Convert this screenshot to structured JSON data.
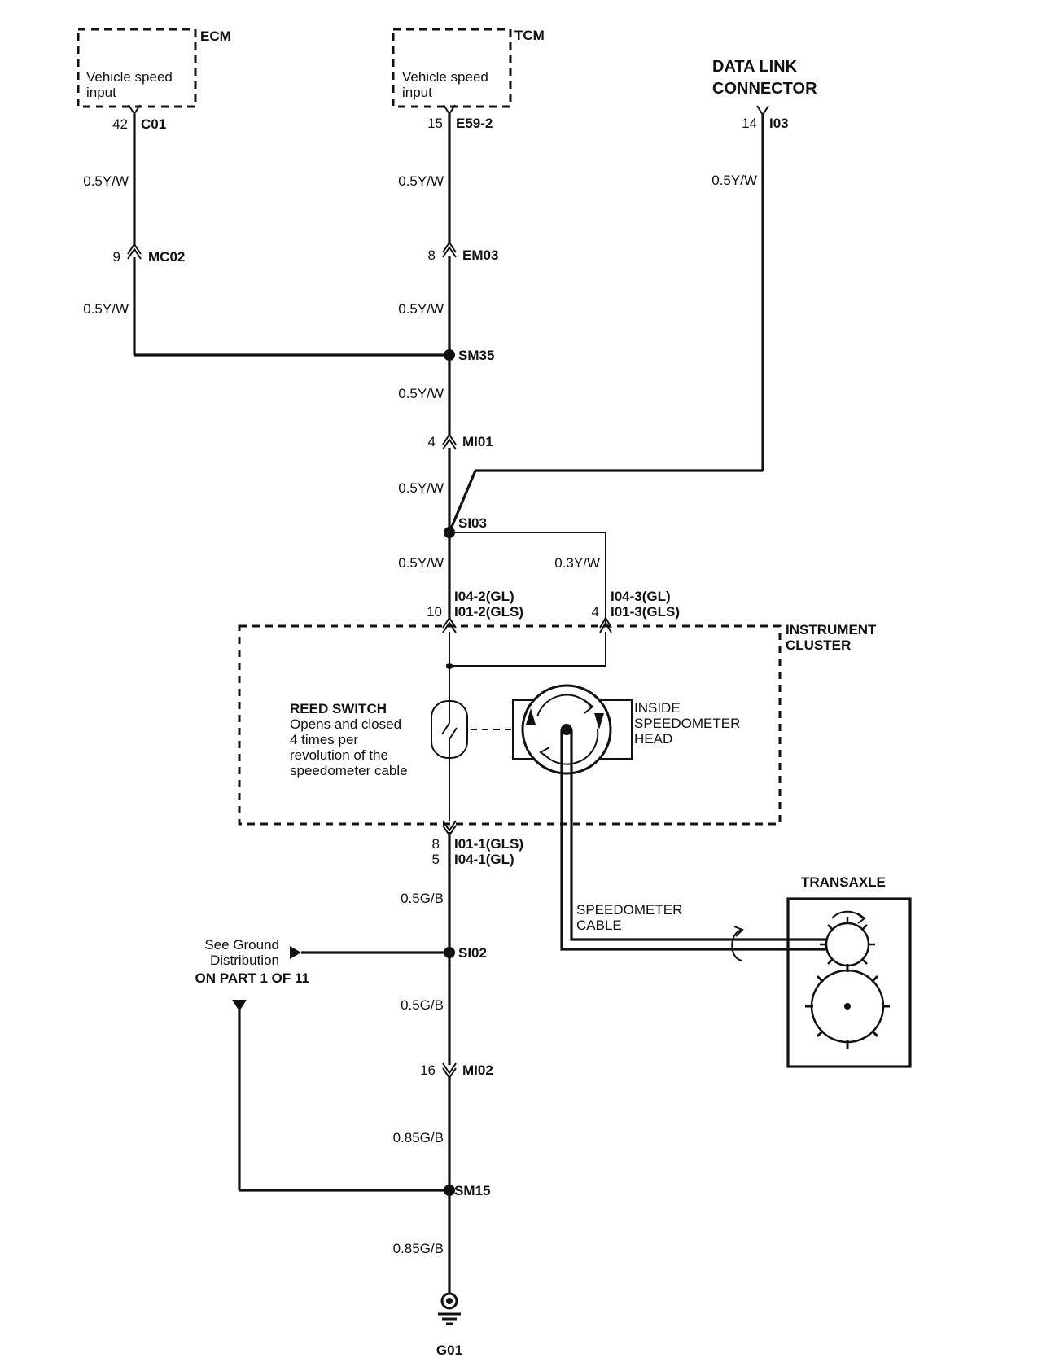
{
  "components": {
    "ecm": {
      "label": "ECM",
      "line1": "Vehicle speed",
      "line2": "input"
    },
    "tcm": {
      "label": "TCM",
      "line1": "Vehicle speed",
      "line2": "input"
    },
    "dlc": {
      "line1": "DATA LINK",
      "line2": "CONNECTOR"
    },
    "cluster": {
      "line1": "INSTRUMENT",
      "line2": "CLUSTER"
    },
    "transaxle": {
      "label": "TRANSAXLE"
    },
    "reed_switch": {
      "title": "REED SWITCH",
      "line1": "Opens and closed",
      "line2": "4 times per",
      "line3": "revolution of the",
      "line4": "speedometer cable"
    },
    "speedo_head": {
      "line1": "INSIDE",
      "line2": "SPEEDOMETER",
      "line3": "HEAD"
    },
    "speedo_cable": {
      "line1": "SPEEDOMETER",
      "line2": "CABLE"
    },
    "ground_ref": {
      "line1": "See Ground",
      "line2": "Distribution",
      "line3": "ON PART 1 OF 11"
    }
  },
  "connectors": {
    "c01": {
      "pin": "42",
      "name": "C01"
    },
    "e59": {
      "pin": "15",
      "name": "E59-2"
    },
    "i03": {
      "pin": "14",
      "name": "I03"
    },
    "mc02": {
      "pin": "9",
      "name": "MC02"
    },
    "em03": {
      "pin": "8",
      "name": "EM03"
    },
    "mi01": {
      "pin": "4",
      "name": "MI01"
    },
    "i04_2": {
      "pin": "10",
      "name1": "I04-2(GL)",
      "name2": "I01-2(GLS)"
    },
    "i04_3": {
      "pin": "4",
      "name1": "I04-3(GL)",
      "name2": "I01-3(GLS)"
    },
    "i01_1": {
      "pin1": "8",
      "pin2": "5",
      "name1": "I01-1(GLS)",
      "name2": "I04-1(GL)"
    },
    "mi02": {
      "pin": "16",
      "name": "MI02"
    }
  },
  "splices": {
    "sm35": "SM35",
    "si03": "SI03",
    "si02": "SI02",
    "sm15": "SM15"
  },
  "ground": {
    "name": "G01"
  },
  "wires": {
    "ecm_upper": "0.5Y/W",
    "ecm_lower": "0.5Y/W",
    "tcm_upper": "0.5Y/W",
    "tcm_lower": "0.5Y/W",
    "dlc": "0.5Y/W",
    "sm35_mi01": "0.5Y/W",
    "mi01_si03": "0.5Y/W",
    "si03_i04_2": "0.5Y/W",
    "si03_i04_3": "0.3Y/W",
    "i01_si02": "0.5G/B",
    "si02_mi02": "0.5G/B",
    "mi02_sm15": "0.85G/B",
    "sm15_g01": "0.85G/B"
  }
}
